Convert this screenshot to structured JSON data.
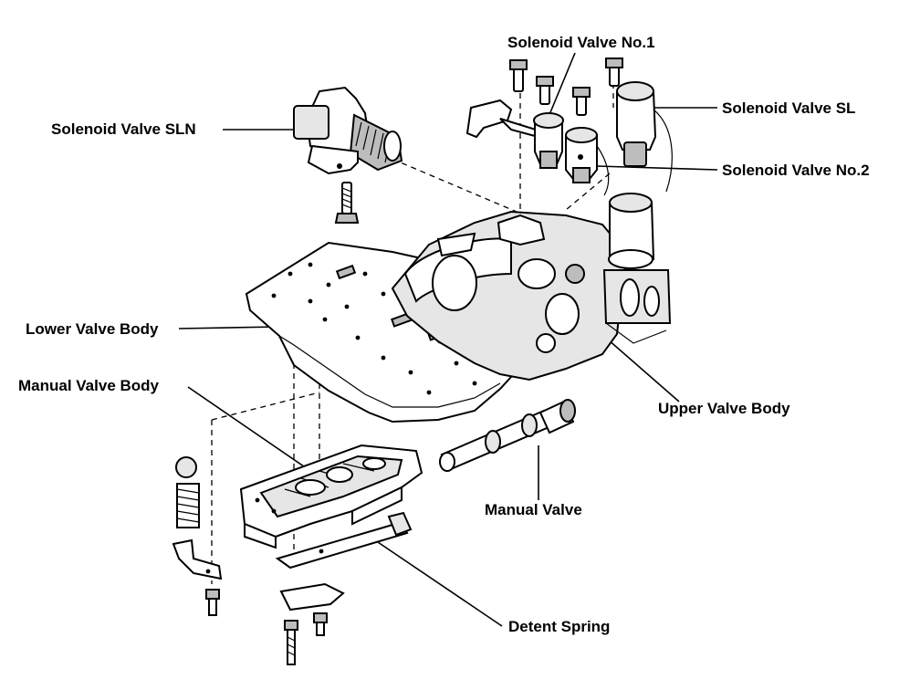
{
  "labels": {
    "solenoid_valve_no1": "Solenoid Valve No.1",
    "solenoid_valve_sln": "Solenoid Valve SLN",
    "solenoid_valve_sl": "Solenoid Valve SL",
    "solenoid_valve_no2": "Solenoid Valve No.2",
    "lower_valve_body": "Lower Valve Body",
    "manual_valve_body": "Manual Valve Body",
    "upper_valve_body": "Upper Valve Body",
    "manual_valve": "Manual Valve",
    "detent_spring": "Detent Spring"
  }
}
